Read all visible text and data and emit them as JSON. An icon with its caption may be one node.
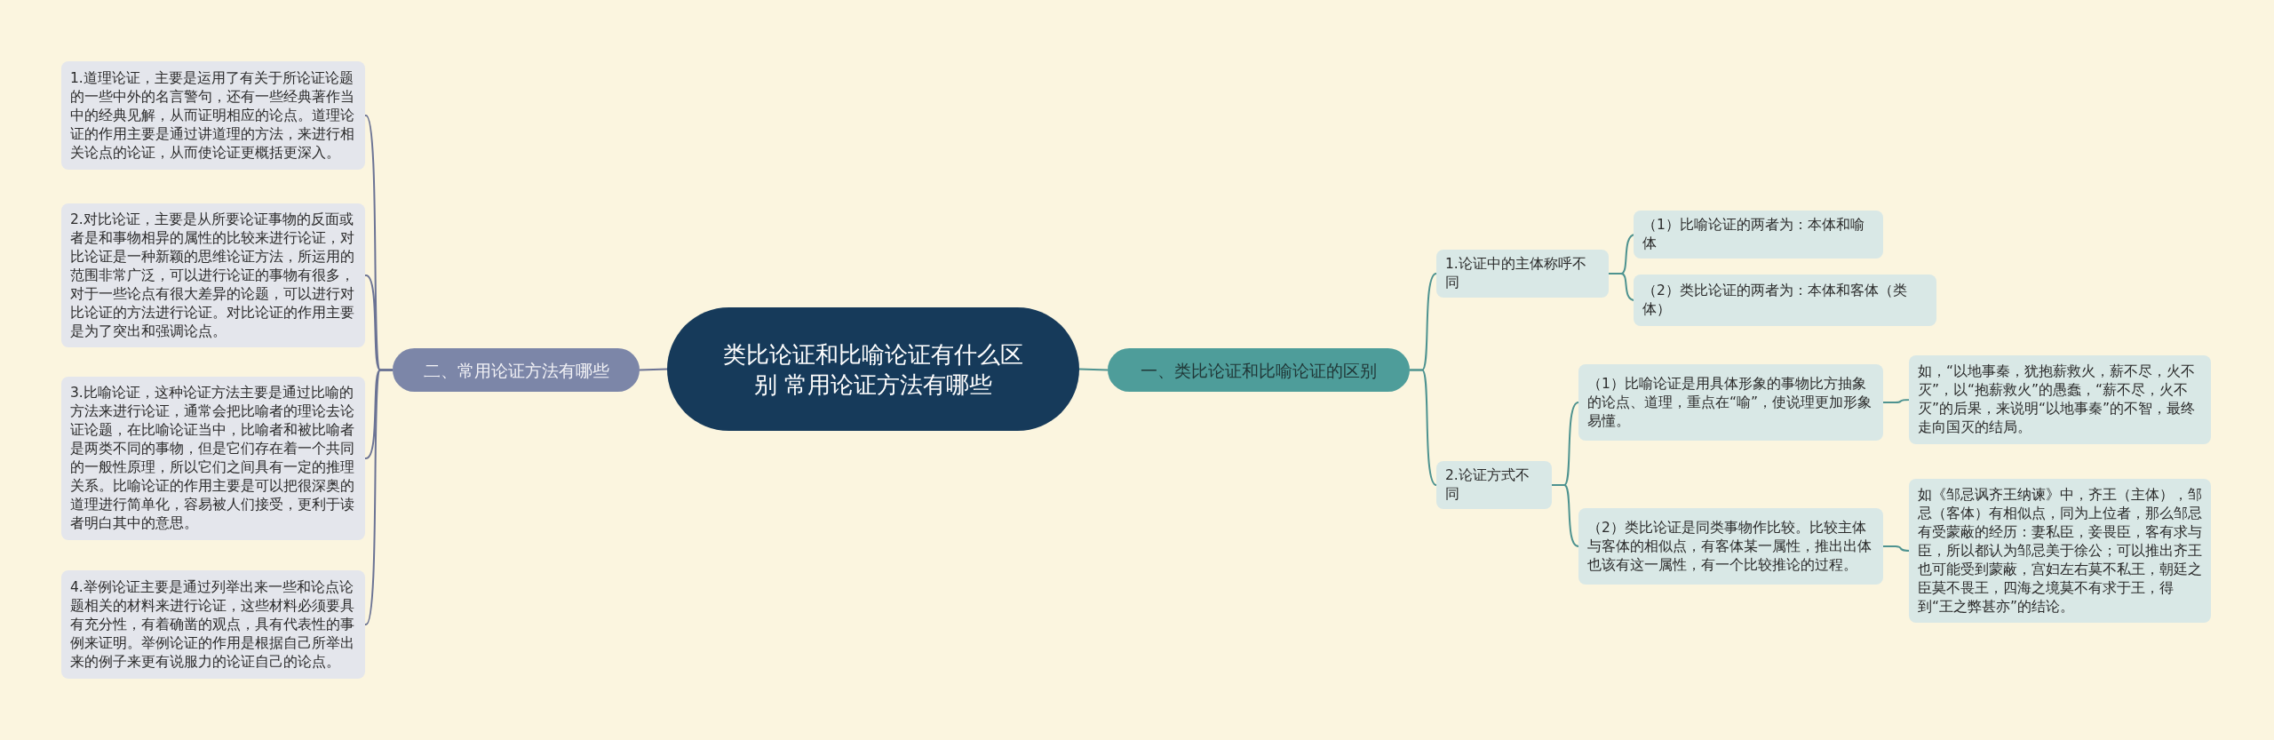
{
  "diagram": {
    "nodes": [
      {
        "text": [
          "类比论证和比喻论证有什么区别 常用论证方法有哪些"
        ]
      },
      {
        "text": [
          "二、常用论证方法有哪些"
        ]
      },
      {
        "text": [
          "一、类比论证和比喻论证的区别"
        ]
      },
      {
        "text": [
          "1.道理论证，主要是运用了有关于所论证论题的一些中外的名言警句，还有一些经典著作当中的经典见解，从而证明相应的论点。道理论证的作用主要是通过讲道理的方法，来进行相关论点的论证，从而使论证更概括更深入。"
        ]
      },
      {
        "text": [
          "2.对比论证，主要是从所要论证事物的反面或者是和事物相异的属性的比较来进行论证，对比论证是一种新颖的思维论证方法，所运用的范围非常广泛，可以进行论证的事物有很多，对于一些论点有很大差异的论题，可以进行对比论证的方法进行论证。对比论证的作用主要是为了突出和强调论点。"
        ]
      },
      {
        "text": [
          "3.比喻论证，这种论证方法主要是通过比喻的方法来进行论证，通常会把比喻者的理论去论证论题，在比喻论证当中，比喻者和被比喻者是两类不同的事物，但是它们存在着一个共同的一般性原理，所以它们之间具有一定的推理关系。比喻论证的作用主要是可以把很深奥的道理进行简单化，容易被人们接受，更利于读者明白其中的意思。"
        ]
      },
      {
        "text": [
          "4.举例论证主要是通过列举出来一些和论点论题相关的材料来进行论证，这些材料必须要具有充分性，有着确凿的观点，具有代表性的事例来证明。举例论证的作用是根据自己所举出来的例子来更有说服力的论证自己的论点。"
        ]
      },
      {
        "text": [
          "1.论证中的主体称呼不同"
        ]
      },
      {
        "text": [
          "（1）比喻论证的两者为：本体和喻体"
        ]
      },
      {
        "text": [
          "（2）类比论证的两者为：本体和客体（类体）"
        ]
      },
      {
        "text": [
          "2.论证方式不同"
        ]
      },
      {
        "text": [
          "（1）比喻论证是用具体形象的事物比方抽象的论点、道理，重点在“喻”，使说理更加形象易懂。"
        ]
      },
      {
        "text": [
          "（2）类比论证是同类事物作比较。比较主体与客体的相似点，有客体某一属性，推出出体也该有这一属性，有一个比较推论的过程。"
        ]
      },
      {
        "text": [
          "如，“以地事秦，犹抱薪救火，薪不尽，火不灭”，以“抱薪救火”的愚蠢，“薪不尽，火不灭”的后果，来说明“以地事秦”的不智，最终走向国灭的结局。"
        ]
      },
      {
        "text": [
          "如《邹忌讽齐王纳谏》中，齐王（主体），邹忌（客体）有相似点，同为上位者，那么邹忌有受蒙蔽的经历：妻私臣，妾畏臣，客有求与臣，所以都认为邹忌美于徐公；可以推出齐王也可能受到蒙蔽，宫妇左右莫不私王，朝廷之臣莫不畏王，四海之境莫不有求于王，得到“王之弊甚亦”的结论。"
        ]
      }
    ],
    "edges": [
      {
        "from": 0,
        "to": 1,
        "arrow": "none",
        "color": "#6b7394"
      },
      {
        "from": 0,
        "to": 2,
        "arrow": "none"
      },
      {
        "from": 1,
        "to": 3,
        "arrow": "none",
        "color": "#6b7394"
      },
      {
        "from": 1,
        "to": 4,
        "arrow": "none",
        "color": "#6b7394"
      },
      {
        "from": 1,
        "to": 5,
        "arrow": "none",
        "color": "#6b7394"
      },
      {
        "from": 1,
        "to": 6,
        "arrow": "none",
        "color": "#6b7394"
      },
      {
        "from": 2,
        "to": 7,
        "arrow": "none"
      },
      {
        "from": 2,
        "to": 10,
        "arrow": "none"
      },
      {
        "from": 7,
        "to": 8,
        "arrow": "none"
      },
      {
        "from": 7,
        "to": 9,
        "arrow": "none"
      },
      {
        "from": 10,
        "to": 11,
        "arrow": "none"
      },
      {
        "from": 10,
        "to": 12,
        "arrow": "none"
      },
      {
        "from": 11,
        "to": 13,
        "arrow": "none"
      },
      {
        "from": 12,
        "to": 14,
        "arrow": "none"
      }
    ]
  }
}
